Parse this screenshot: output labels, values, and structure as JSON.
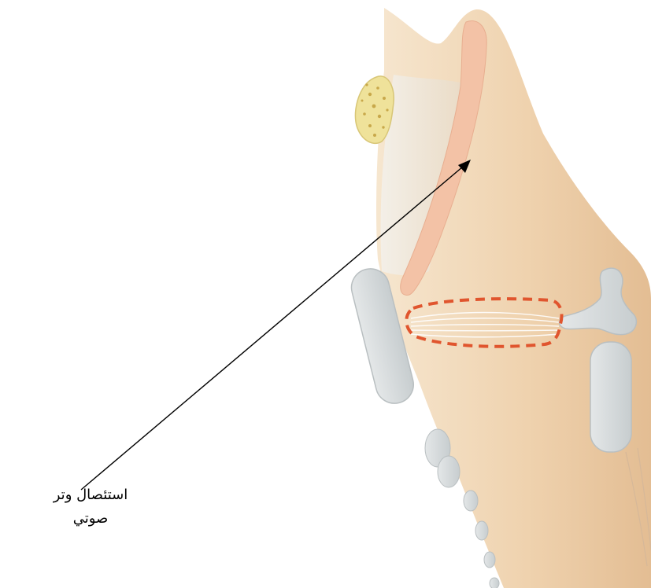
{
  "figure": {
    "callout": {
      "line1": "استئصال وتر",
      "line2": "صوتي"
    },
    "colors": {
      "tissue": "#f2d9b8",
      "tissue_shadow": "#e6c39c",
      "cartilage_gray": "#d5d9da",
      "cartilage_outline": "#b9bfc1",
      "hyoid_yellow": "#efe29a",
      "hyoid_spots": "#c8a84a",
      "vocal_fold_pink": "#f3c2a6",
      "excision_dash": "#e0552e",
      "arrow": "#000000",
      "background": "#ffffff"
    },
    "marks": {
      "excision_outline": "dashed-ellipse",
      "pointer": "arrow"
    }
  }
}
